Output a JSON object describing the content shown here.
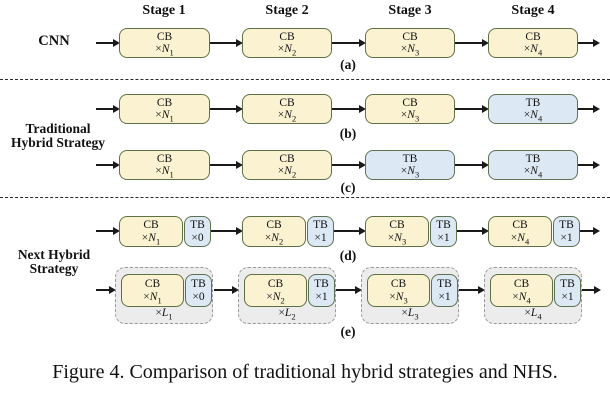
{
  "colors": {
    "cb_fill": "#faf2d0",
    "cb_border": "#5e7144",
    "tb_fill": "#dce8f4",
    "tb_border": "#5e7150",
    "group_fill": "#ececec",
    "group_border": "#999999",
    "arrow": "#1a1a1a",
    "text": "#111111"
  },
  "stages": [
    "Stage 1",
    "Stage 2",
    "Stage 3",
    "Stage 4"
  ],
  "row_labels": {
    "cnn": "CNN",
    "traditional": [
      "Traditional",
      "Hybrid Strategy"
    ],
    "next": [
      "Next Hybrid",
      "Strategy"
    ]
  },
  "panel_labels": {
    "a": "(a)",
    "b": "(b)",
    "c": "(c)",
    "d": "(d)",
    "e": "(e)"
  },
  "times": "×",
  "rows": {
    "a": [
      {
        "t": "CB",
        "s": "N",
        "sub": "1"
      },
      {
        "t": "CB",
        "s": "N",
        "sub": "2"
      },
      {
        "t": "CB",
        "s": "N",
        "sub": "3"
      },
      {
        "t": "CB",
        "s": "N",
        "sub": "4"
      }
    ],
    "b": [
      {
        "t": "CB",
        "s": "N",
        "sub": "1"
      },
      {
        "t": "CB",
        "s": "N",
        "sub": "2"
      },
      {
        "t": "CB",
        "s": "N",
        "sub": "3"
      },
      {
        "t": "TB",
        "s": "N",
        "sub": "4"
      }
    ],
    "c": [
      {
        "t": "CB",
        "s": "N",
        "sub": "1"
      },
      {
        "t": "CB",
        "s": "N",
        "sub": "2"
      },
      {
        "t": "TB",
        "s": "N",
        "sub": "3"
      },
      {
        "t": "TB",
        "s": "N",
        "sub": "4"
      }
    ],
    "d": [
      {
        "cb": {
          "t": "CB",
          "s": "N",
          "sub": "1"
        },
        "tb": {
          "t": "TB",
          "s": "0"
        }
      },
      {
        "cb": {
          "t": "CB",
          "s": "N",
          "sub": "2"
        },
        "tb": {
          "t": "TB",
          "s": "1"
        }
      },
      {
        "cb": {
          "t": "CB",
          "s": "N",
          "sub": "3"
        },
        "tb": {
          "t": "TB",
          "s": "1"
        }
      },
      {
        "cb": {
          "t": "CB",
          "s": "N",
          "sub": "4"
        },
        "tb": {
          "t": "TB",
          "s": "1"
        }
      }
    ],
    "e": [
      {
        "cb": {
          "t": "CB",
          "s": "N",
          "sub": "1"
        },
        "tb": {
          "t": "TB",
          "s": "0"
        },
        "l": {
          "s": "L",
          "sub": "1"
        }
      },
      {
        "cb": {
          "t": "CB",
          "s": "N",
          "sub": "2"
        },
        "tb": {
          "t": "TB",
          "s": "1"
        },
        "l": {
          "s": "L",
          "sub": "2"
        }
      },
      {
        "cb": {
          "t": "CB",
          "s": "N",
          "sub": "3"
        },
        "tb": {
          "t": "TB",
          "s": "1"
        },
        "l": {
          "s": "L",
          "sub": "3"
        }
      },
      {
        "cb": {
          "t": "CB",
          "s": "N",
          "sub": "4"
        },
        "tb": {
          "t": "TB",
          "s": "1"
        },
        "l": {
          "s": "L",
          "sub": "4"
        }
      }
    ]
  },
  "caption": "Figure 4. Comparison of traditional hybrid strategies and NHS."
}
